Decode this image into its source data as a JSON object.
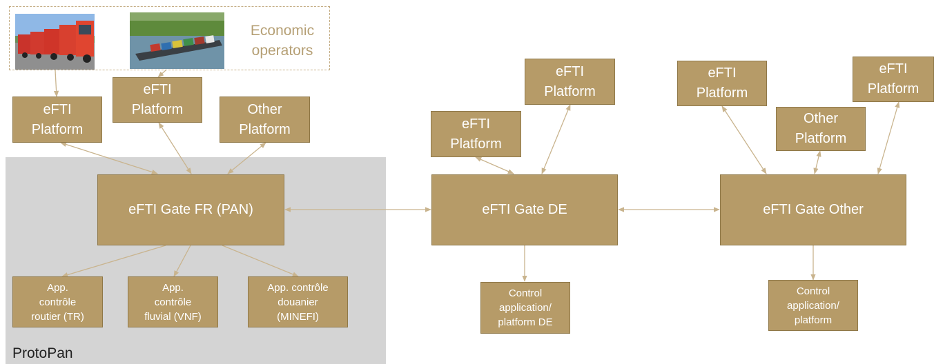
{
  "operators": {
    "label": "Economic\noperators"
  },
  "photos": {
    "trucks": "trucks-photo",
    "barge": "barge-photo"
  },
  "region": {
    "label": "ProtoPan"
  },
  "fr": {
    "platform_left": "eFTI\nPlatform",
    "platform_mid": "eFTI\nPlatform",
    "platform_other": "Other\nPlatform",
    "gate": "eFTI Gate FR (PAN)",
    "app_road": "App.\ncontrôle\nroutier (TR)",
    "app_river": "App.\ncontrôle\nfluvial (VNF)",
    "app_customs": "App. contrôle\ndouanier\n(MINEFI)"
  },
  "de": {
    "platform_a": "eFTI\nPlatform",
    "platform_b": "eFTI\nPlatform",
    "gate": "eFTI Gate DE",
    "control": "Control\napplication/\nplatform DE"
  },
  "other": {
    "platform_a": "eFTI\nPlatform",
    "platform_other": "Other\nPlatform",
    "platform_b": "eFTI\nPlatform",
    "gate": "eFTI Gate Other",
    "control": "Control\napplication/\nplatform"
  },
  "colors": {
    "box": "#b69b68",
    "box_border": "#8f7848",
    "line": "#c9b48e",
    "region": "#d4d4d4",
    "dashed": "#c4ad84"
  }
}
